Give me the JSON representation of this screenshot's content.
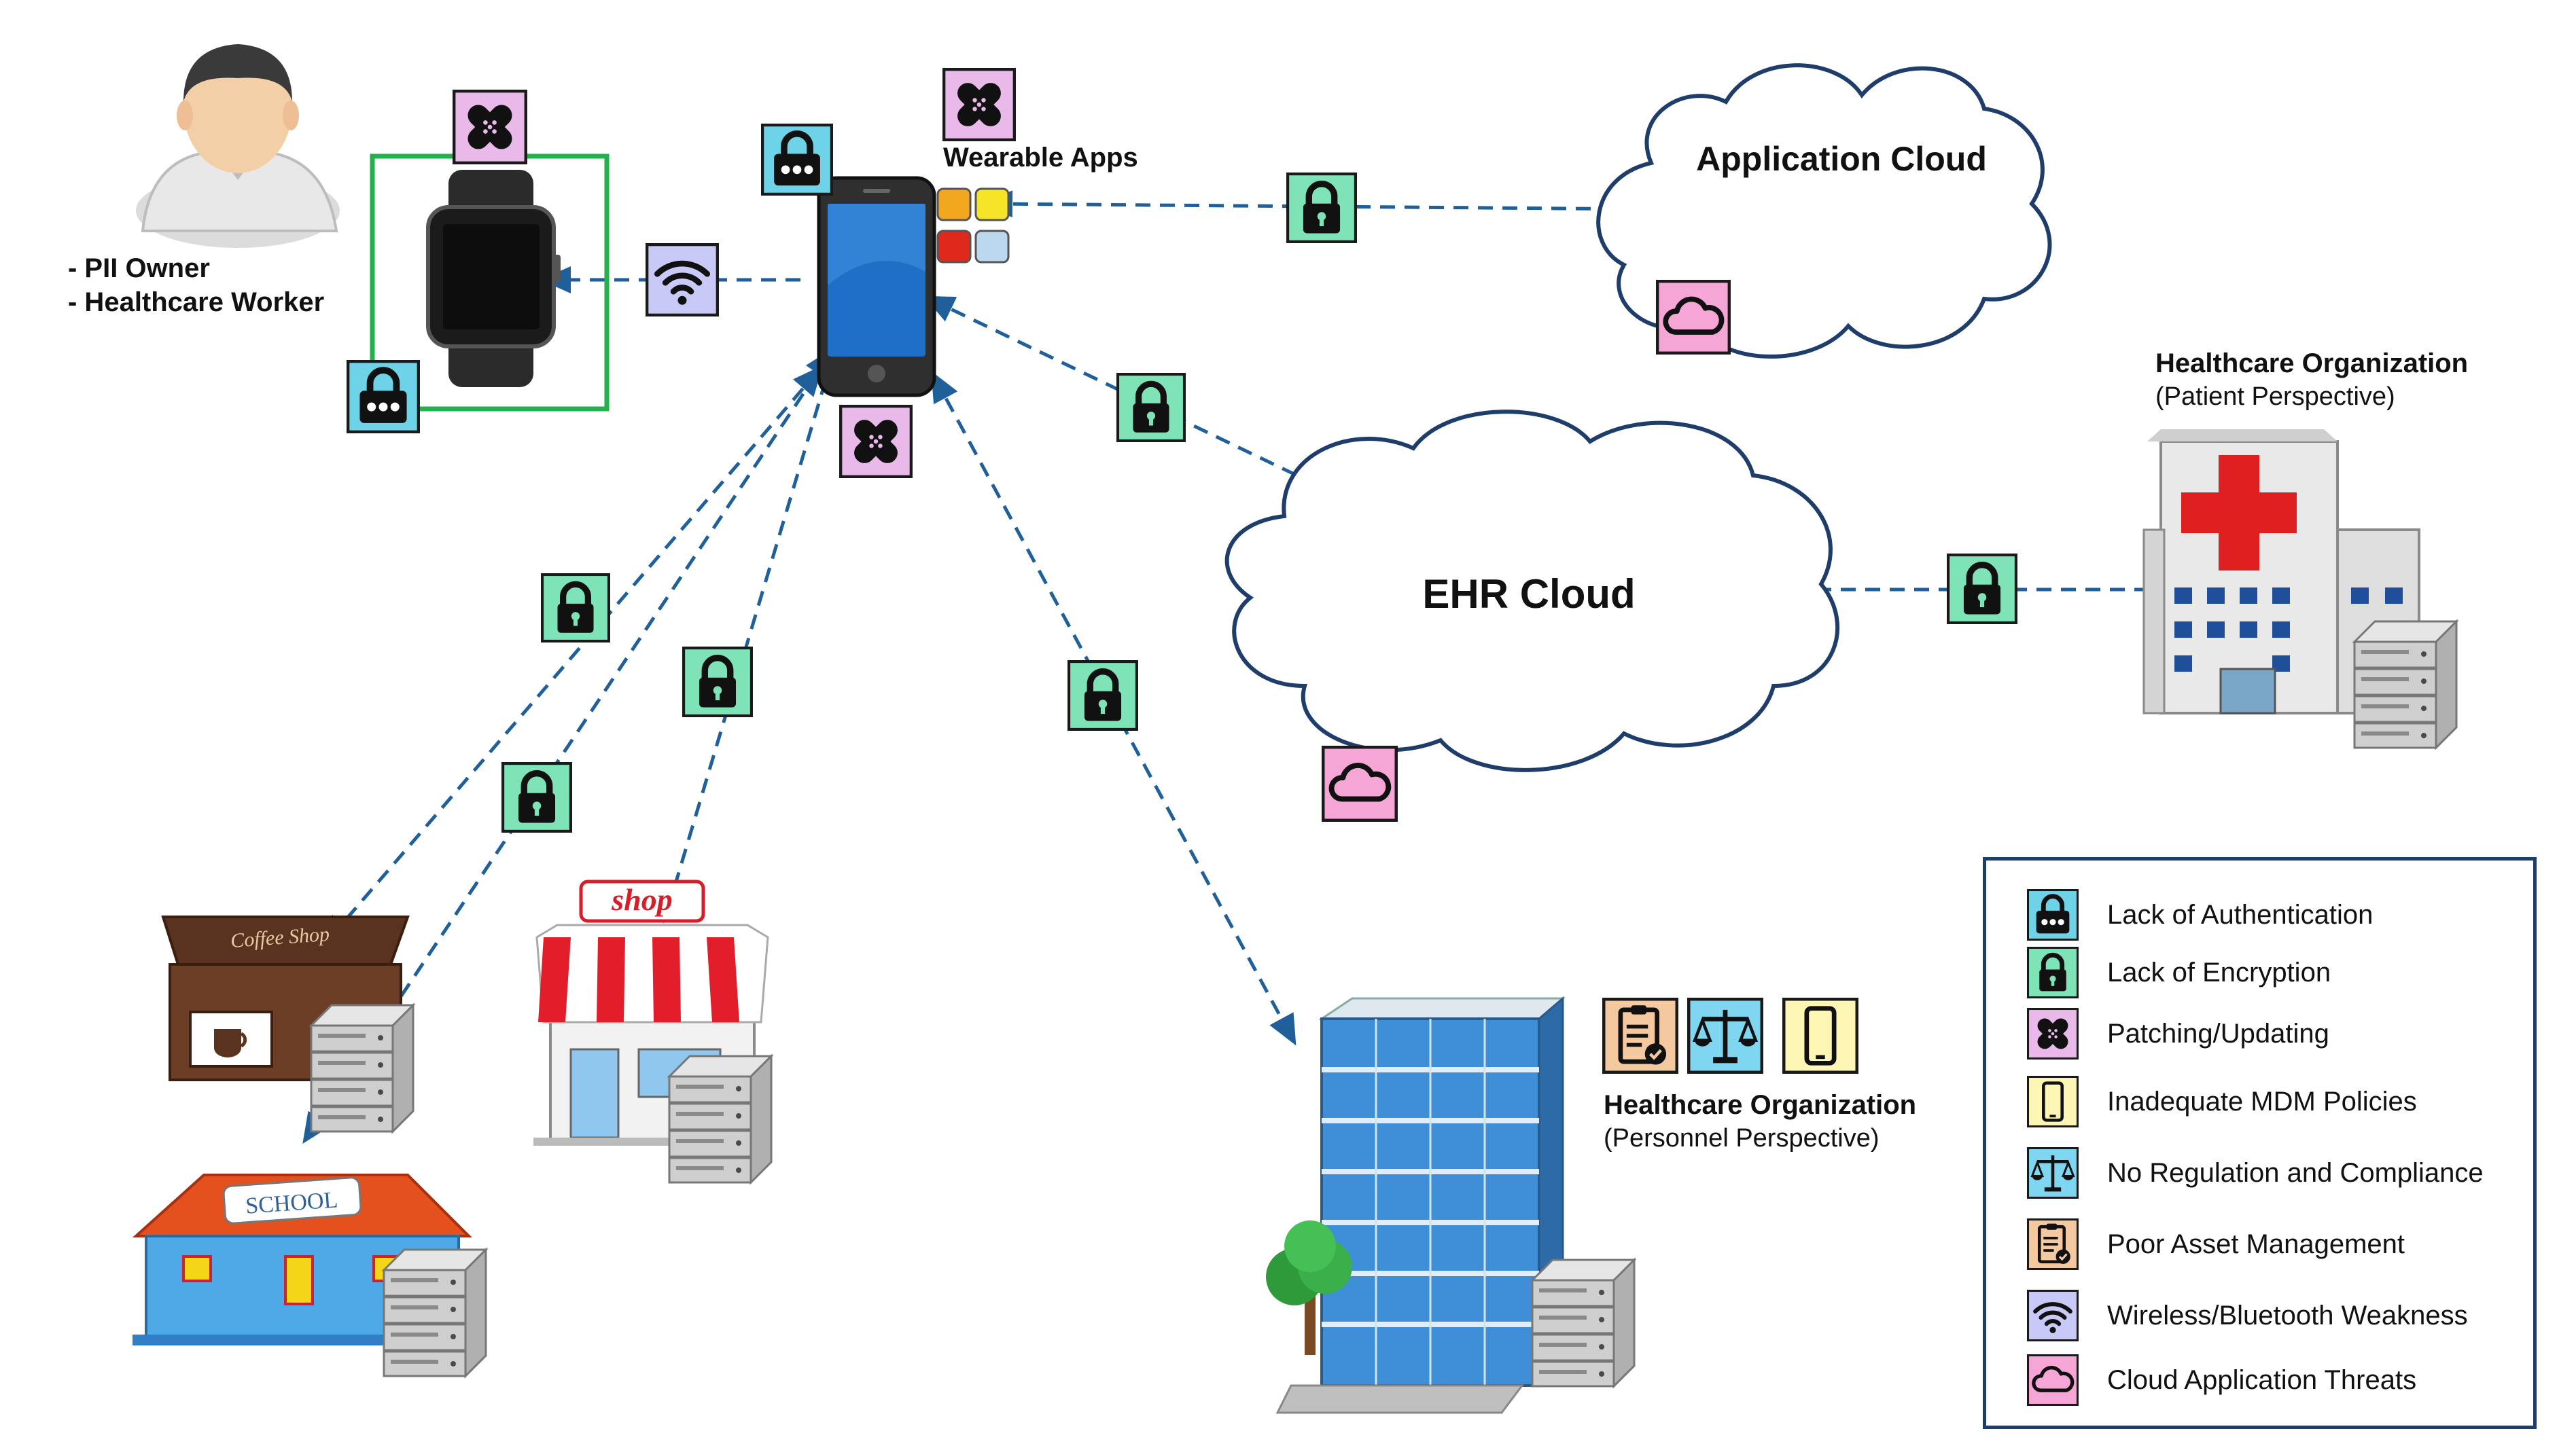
{
  "person": {
    "roles": [
      "- PII Owner",
      "- Healthcare Worker"
    ]
  },
  "wearable_apps": {
    "label": "Wearable Apps"
  },
  "clouds": {
    "application": "Application Cloud",
    "ehr": "EHR Cloud"
  },
  "hospital_patient": {
    "title": "Healthcare Organization",
    "subtitle": "(Patient Perspective)"
  },
  "hospital_personnel": {
    "title": "Healthcare Organization",
    "subtitle": "(Personnel Perspective)"
  },
  "venues": {
    "coffee_sign": "Coffee Shop",
    "shop_sign": "shop",
    "school_sign": "SCHOOL"
  },
  "legend": {
    "items": [
      {
        "label": "Lack of Authentication",
        "icon": "padlock-dots-icon",
        "color": "#6fd3e8"
      },
      {
        "label": "Lack of Encryption",
        "icon": "padlock-icon",
        "color": "#7fe3b8"
      },
      {
        "label": "Patching/Updating",
        "icon": "bandage-icon",
        "color": "#e9b9ea"
      },
      {
        "label": "Inadequate MDM Policies",
        "icon": "phone-icon",
        "color": "#fdf6b5"
      },
      {
        "label": "No Regulation and Compliance",
        "icon": "scales-icon",
        "color": "#7fd6f0"
      },
      {
        "label": "Poor Asset Management",
        "icon": "clipboard-icon",
        "color": "#f4c9a0"
      },
      {
        "label": "Wireless/Bluetooth Weakness",
        "icon": "wifi-icon",
        "color": "#c9c9f7"
      },
      {
        "label": "Cloud Application Threats",
        "icon": "cloud-icon",
        "color": "#f5a6d6"
      }
    ]
  },
  "colors": {
    "link": "#1f5f9a",
    "cloud_outline": "#1f3d6b",
    "watch_frame": "#22b14c"
  }
}
